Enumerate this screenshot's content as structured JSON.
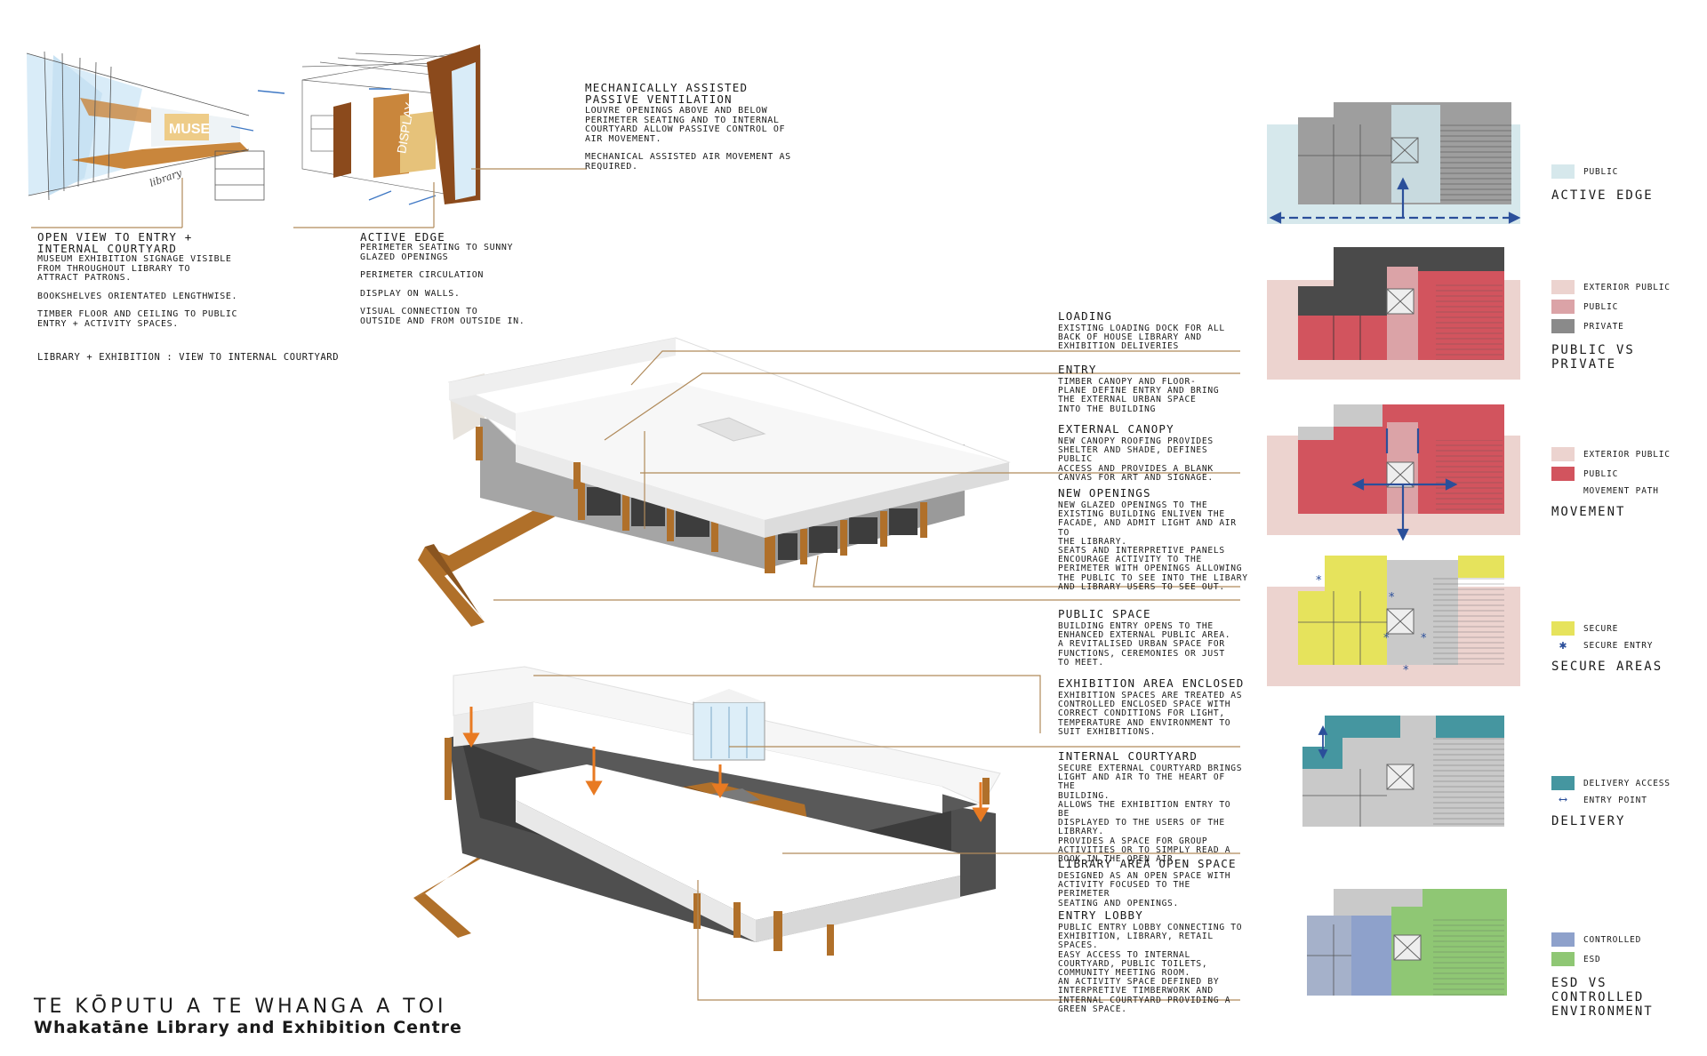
{
  "sketch": {
    "sign_muse": "MUSE",
    "sign_display": "DISPLAY",
    "note_library": "library"
  },
  "top_notes": {
    "ventilation": {
      "title": "MECHANICALLY ASSISTED\nPASSIVE VENTILATION",
      "lines": [
        "LOUVRE OPENINGS ABOVE AND BELOW\nPERIMETER SEATING AND TO INTERNAL\nCOURTYARD ALLOW PASSIVE CONTROL OF\nAIR MOVEMENT.",
        "MECHANICAL ASSISTED AIR MOVEMENT AS\nREQUIRED."
      ]
    },
    "open_view": {
      "title": "OPEN VIEW TO ENTRY +\nINTERNAL COURTYARD",
      "lines": [
        "MUSEUM EXHIBITION SIGNAGE VISIBLE\nFROM THROUGHOUT LIBRARY TO\nATTRACT PATRONS.",
        "BOOKSHELVES ORIENTATED LENGTHWISE.",
        "TIMBER FLOOR AND CEILING TO PUBLIC\nENTRY + ACTIVITY SPACES."
      ]
    },
    "active_edge": {
      "title": "ACTIVE EDGE",
      "lines": [
        "PERIMETER SEATING TO SUNNY\nGLAZED OPENINGS",
        "PERIMETER CIRCULATION",
        "DISPLAY ON WALLS.",
        "VISUAL CONNECTION TO\nOUTSIDE AND FROM OUTSIDE IN."
      ]
    },
    "caption": "LIBRARY + EXHIBITION : VIEW TO INTERNAL COURTYARD"
  },
  "annotations": [
    {
      "title": "LOADING",
      "text": "EXISTING LOADING DOCK FOR ALL\nBACK OF HOUSE LIBRARY AND\nEXHIBITION DELIVERIES"
    },
    {
      "title": "ENTRY",
      "text": "TIMBER CANOPY AND FLOOR-\nPLANE DEFINE ENTRY AND BRING\nTHE EXTERNAL URBAN SPACE\nINTO THE BUILDING"
    },
    {
      "title": "EXTERNAL CANOPY",
      "text": "NEW CANOPY ROOFING PROVIDES\nSHELTER AND SHADE, DEFINES PUBLIC\nACCESS AND PROVIDES A BLANK\nCANVAS FOR ART AND SIGNAGE."
    },
    {
      "title": "NEW OPENINGS",
      "text": "NEW GLAZED OPENINGS TO THE\nEXISTING BUILDING ENLIVEN THE\nFACADE, AND ADMIT LIGHT AND AIR TO\nTHE LIBRARY.\nSEATS AND INTERPRETIVE PANELS\nENCOURAGE ACTIVITY TO THE\nPERIMETER WITH OPENINGS ALLOWING\nTHE PUBLIC TO SEE INTO THE LIBARY\nAND LIBRARY USERS TO SEE OUT."
    },
    {
      "title": "PUBLIC SPACE",
      "text": "BUILDING ENTRY OPENS TO THE\nENHANCED EXTERNAL PUBLIC AREA.\nA REVITALISED URBAN SPACE FOR\nFUNCTIONS, CEREMONIES OR JUST\nTO MEET."
    },
    {
      "title": "EXHIBITION AREA ENCLOSED",
      "text": "EXHIBITION SPACES ARE TREATED AS\nCONTROLLED ENCLOSED SPACE WITH\nCORRECT CONDITIONS FOR LIGHT,\nTEMPERATURE AND ENVIRONMENT TO\nSUIT EXHIBITIONS."
    },
    {
      "title": "INTERNAL COURTYARD",
      "text": "SECURE EXTERNAL COURTYARD BRINGS\nLIGHT AND AIR TO THE HEART OF THE\nBUILDING.\nALLOWS THE EXHIBITION ENTRY TO BE\nDISPLAYED TO THE USERS OF THE\nLIBRARY.\nPROVIDES A SPACE FOR GROUP\nACTIVITIES OR TO SIMPLY READ A\nBOOK IN THE OPEN AIR."
    },
    {
      "title": "LIBRARY AREA OPEN SPACE",
      "text": "DESIGNED AS AN OPEN SPACE WITH\nACTIVITY FOCUSED TO THE PERIMETER\nSEATING AND OPENINGS."
    },
    {
      "title": "ENTRY LOBBY",
      "text": "PUBLIC ENTRY LOBBY CONNECTING TO\nEXHIBITION, LIBRARY, RETAIL SPACES.\nEASY ACCESS TO INTERNAL\nCOURTYARD, PUBLIC TOILETS,\nCOMMUNITY MEETING ROOM.\nAN ACTIVITY SPACE DEFINED BY\nINTERPRETIVE TIMBERWORK AND\nINTERNAL COURTYARD PROVIDING A\nGREEN SPACE."
    }
  ],
  "legends": [
    {
      "title": "ACTIVE EDGE",
      "items": [
        {
          "label": "PUBLIC",
          "color": "#d6e8ec"
        }
      ]
    },
    {
      "title": "PUBLIC VS PRIVATE",
      "items": [
        {
          "label": "EXTERIOR PUBLIC",
          "color": "#ecd3cf"
        },
        {
          "label": "PUBLIC",
          "color": "#dba3a7"
        },
        {
          "label": "PRIVATE",
          "color": "#8a8a8a"
        }
      ]
    },
    {
      "title": "MOVEMENT",
      "items": [
        {
          "label": "EXTERIOR PUBLIC",
          "color": "#ecd3cf"
        },
        {
          "label": "PUBLIC",
          "color": "#d2545e"
        },
        {
          "label": "MOVEMENT PATH",
          "color": ""
        }
      ]
    },
    {
      "title": "SECURE AREAS",
      "items": [
        {
          "label": "SECURE",
          "color": "#e6e35c"
        },
        {
          "label": "SECURE ENTRY",
          "color": ""
        }
      ]
    },
    {
      "title": "DELIVERY",
      "items": [
        {
          "label": "DELIVERY ACCESS",
          "color": "#4596a0"
        },
        {
          "label": "ENTRY POINT",
          "color": ""
        }
      ]
    },
    {
      "title": "ESD VS CONTROLLED\nENVIRONMENT",
      "items": [
        {
          "label": "CONTROLLED",
          "color": "#8ea1cb"
        },
        {
          "label": "ESD",
          "color": "#8fc774"
        }
      ]
    }
  ],
  "colors": {
    "timber": "#b0702a",
    "leader": "#b08a5a",
    "arrow_blue": "#2b4f9a",
    "arrow_orange": "#e87a22",
    "plan_grey": "#c9c9c9",
    "dark": "#4a4a4a"
  },
  "title": {
    "maori": "TE KŌPUTU A TE WHANGA A TOI",
    "english": "Whakatāne Library and Exhibition Centre"
  }
}
